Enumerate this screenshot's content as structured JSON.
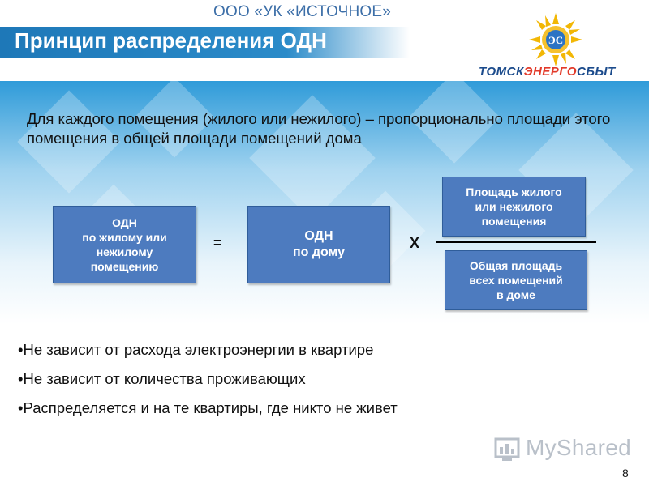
{
  "header": {
    "company": "ООО «УК «ИСТОЧНОЕ»",
    "title": "Принцип распределения ОДН",
    "logo_text_a": "ТОМСК",
    "logo_text_b": "ЭНЕРГО",
    "logo_text_c": "СБЫТ"
  },
  "intro": "Для каждого помещения (жилого или нежилого) – пропорционально площади этого помещения в общей площади помещений дома",
  "formula": {
    "box1": "ОДН\nпо жилому или\nнежилому\nпомещению",
    "equals": "=",
    "box2": "ОДН\nпо дому",
    "times": "Х",
    "numerator": "Площадь жилого\nили нежилого\nпомещения",
    "denominator": "Общая площадь\nвсех помещений\nв доме"
  },
  "bullets": [
    "•Не зависит от расхода электроэнергии в квартире",
    "•Не зависит от количества проживающих",
    "•Распределяется и на те квартиры, где никто не живет"
  ],
  "watermark": "MyShared",
  "page_number": "8",
  "colors": {
    "box_fill": "#4d7bbf",
    "title_bar": "#1e78b8",
    "company_text": "#3d6fa8"
  }
}
